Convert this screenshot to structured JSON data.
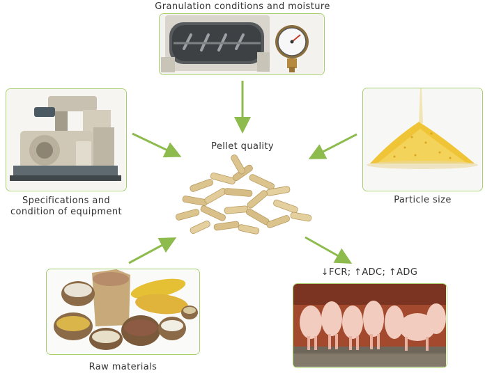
{
  "labels": {
    "granulation": "Granulation conditions and moisture",
    "pellet_quality": "Pellet quality",
    "equipment_line1": "Specifications and",
    "equipment_line2": "condition of equipment",
    "particle_size": "Particle size",
    "outcomes": "↓FCR; ↑ADC; ↑ADG",
    "raw_materials": "Raw materials"
  },
  "colors": {
    "frame_border": "#a6cf6e",
    "arrow": "#8dbb4e",
    "pellet": "#dcc48f",
    "cornmeal": "#f2c94a"
  },
  "icons": {
    "granulation": "mixer-with-pressure-gauge-photo",
    "equipment": "pellet-mill-machine-photo",
    "particle": "ground-corn-pile-photo",
    "pellets": "wood-pellet-pile-photo",
    "pigs": "piglets-feeding-photo",
    "raw": "grain-baskets-photo"
  }
}
